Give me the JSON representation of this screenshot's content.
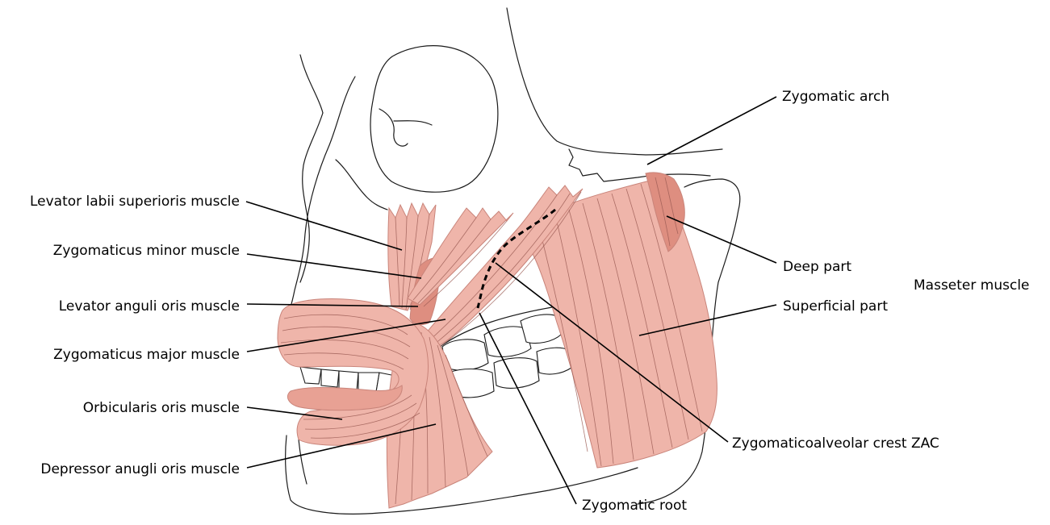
{
  "labels": {
    "levator_labii": "Levator labii superioris muscle",
    "zygomaticus_minor": "Zygomaticus minor muscle",
    "levator_anguli": "Levator anguli oris muscle",
    "zygomaticus_major": "Zygomaticus major muscle",
    "orbicularis": "Orbicularis oris muscle",
    "depressor": "Depressor anugli oris muscle",
    "zygomatic_arch": "Zygomatic arch",
    "deep_part": "Deep part",
    "masseter": "Masseter muscle",
    "superficial_part": "Superficial part",
    "zac": "Zygomaticoalveolar crest ZAC",
    "zygomatic_root": "Zygomatic root"
  },
  "colors": {
    "muscle_light": "#efb5aa",
    "muscle_mid": "#e8a194",
    "muscle_dark": "#de8e80",
    "muscle_fiber": "#9a5a52",
    "outline": "#1a1a1a",
    "background": "#ffffff"
  }
}
